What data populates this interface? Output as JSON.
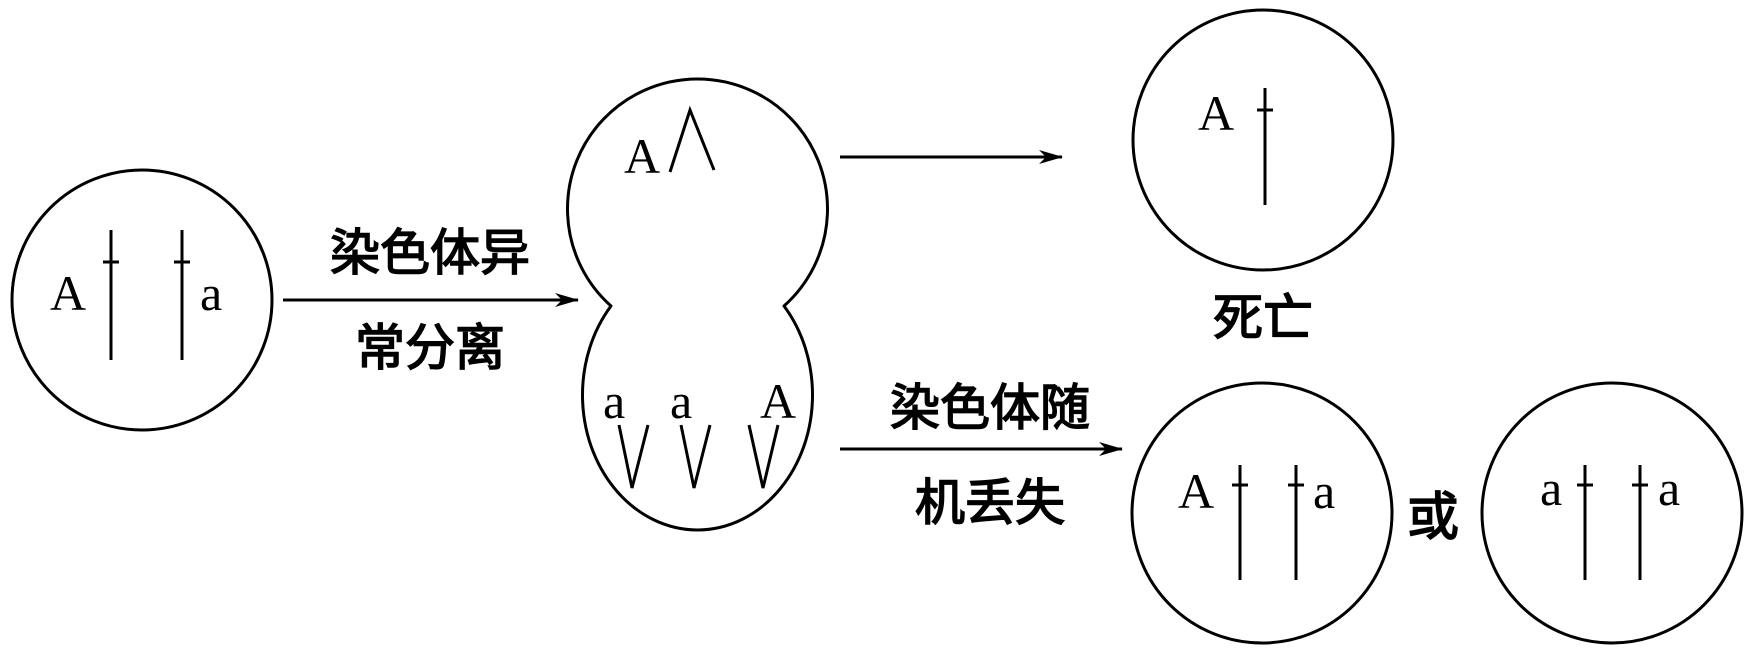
{
  "cell_parent": {
    "left_label": "A",
    "right_label": "a"
  },
  "arrow_1": {
    "top_text": "染色体异",
    "bottom_text": "常分离"
  },
  "dividing_cell": {
    "top_label": "A",
    "bottom_labels": [
      "a",
      "a",
      "A"
    ]
  },
  "cell_dead": {
    "label": "A",
    "caption": "死亡"
  },
  "arrow_3": {
    "top_text": "染色体随",
    "bottom_text": "机丢失"
  },
  "cell_result_1": {
    "left_label": "A",
    "right_label": "a"
  },
  "or_text": "或",
  "cell_result_2": {
    "left_label": "a",
    "right_label": "a"
  }
}
